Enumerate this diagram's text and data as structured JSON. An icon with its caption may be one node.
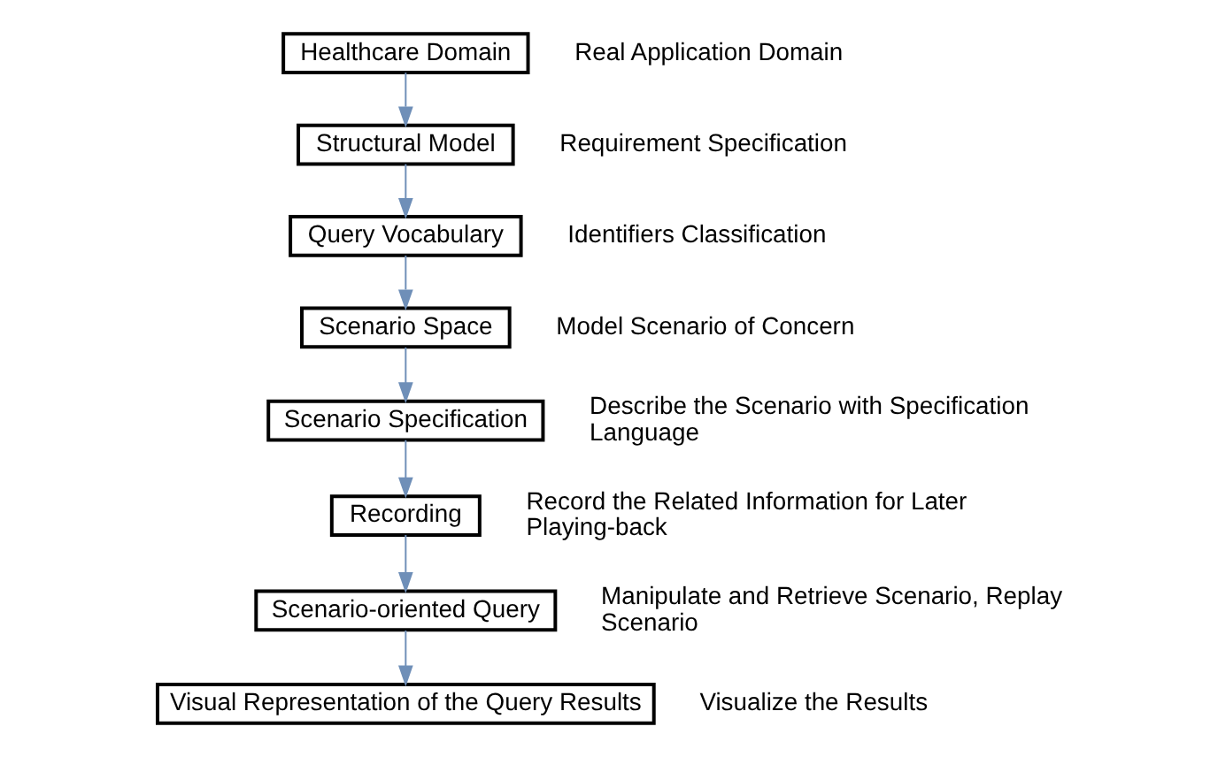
{
  "diagram": {
    "nodes": [
      {
        "text": [
          "Healthcare Domain"
        ],
        "beside": [
          "Real Application Domain"
        ]
      },
      {
        "text": [
          "Structural Model"
        ],
        "beside": [
          "Requirement Specification"
        ]
      },
      {
        "text": [
          "Query Vocabulary"
        ],
        "beside": [
          "Identifiers Classification"
        ]
      },
      {
        "text": [
          "Scenario Space"
        ],
        "beside": [
          "Model Scenario of Concern"
        ]
      },
      {
        "text": [
          "Scenario Specification"
        ],
        "beside": [
          "Describe the Scenario with Specification Language"
        ]
      },
      {
        "text": [
          "Recording"
        ],
        "beside": [
          "Record the Related Information for Later Playing-back"
        ]
      },
      {
        "text": [
          "Scenario-oriented Query"
        ],
        "beside": [
          "Manipulate and Retrieve Scenario, Replay Scenario"
        ]
      },
      {
        "text": [
          "Visual Representation of the Query Results"
        ],
        "beside": [
          "Visualize the Results"
        ]
      }
    ],
    "edges": [
      {
        "from": 0,
        "to": 1,
        "arrow": "to"
      },
      {
        "from": 1,
        "to": 2,
        "arrow": "to"
      },
      {
        "from": 2,
        "to": 3,
        "arrow": "to"
      },
      {
        "from": 3,
        "to": 4,
        "arrow": "to"
      },
      {
        "from": 4,
        "to": 5,
        "arrow": "to"
      },
      {
        "from": 5,
        "to": 6,
        "arrow": "to"
      },
      {
        "from": 6,
        "to": 7,
        "arrow": "to"
      }
    ]
  }
}
